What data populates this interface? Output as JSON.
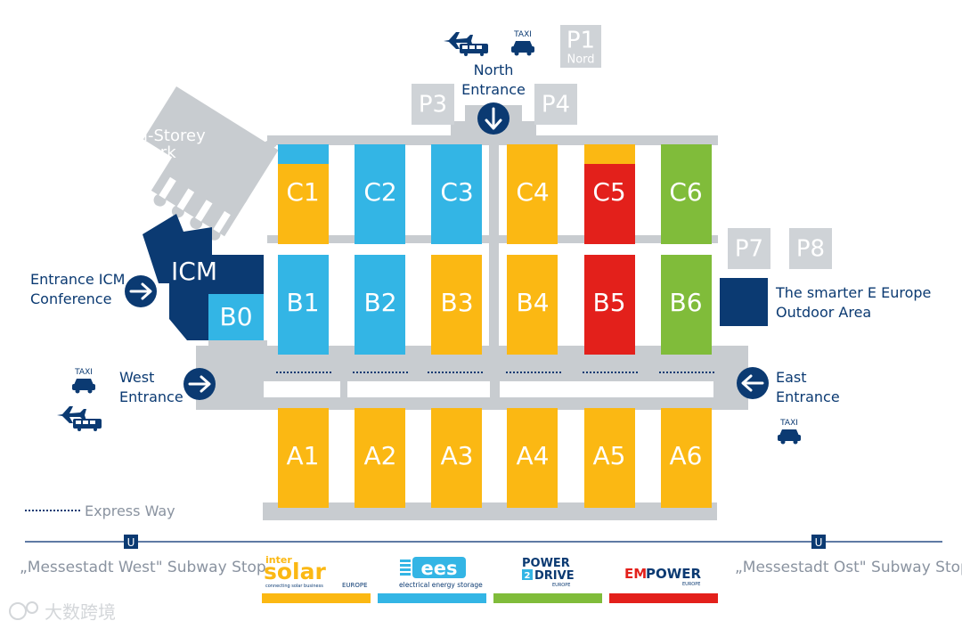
{
  "colors": {
    "navy": "#0b3a72",
    "grey": "#cfd3d7",
    "path_grey": "#c8ccd0",
    "cyan": "#33b5e5",
    "yellow": "#fbb813",
    "red": "#e3201b",
    "green": "#80bc3a"
  },
  "halls": {
    "A1": "A1",
    "A2": "A2",
    "A3": "A3",
    "A4": "A4",
    "A5": "A5",
    "A6": "A6",
    "B0": "B0",
    "B1": "B1",
    "B2": "B2",
    "B3": "B3",
    "B4": "B4",
    "B5": "B5",
    "B6": "B6",
    "C1": "C1",
    "C2": "C2",
    "C3": "C3",
    "C4": "C4",
    "C5": "C5",
    "C6": "C6",
    "ICM": "ICM"
  },
  "parking": {
    "P1": "P1",
    "P1_sub": "Nord",
    "P3": "P3",
    "P4": "P4",
    "P7": "P7",
    "P8": "P8"
  },
  "car_park": {
    "line1": "Multi-Storey",
    "line2": "Car Park"
  },
  "entrances": {
    "north": {
      "line1": "North",
      "line2": "Entrance"
    },
    "west": {
      "line1": "West",
      "line2": "Entrance"
    },
    "east": {
      "line1": "East",
      "line2": "Entrance"
    },
    "icm": {
      "line1": "Entrance ICM",
      "line2": "Conference"
    }
  },
  "outdoor": {
    "line1": "The smarter E Europe",
    "line2": "Outdoor Area"
  },
  "taxi_label": "TAXI",
  "legend": {
    "express_way": "Express Way",
    "subway_west": "„Messestadt West\" Subway Stop",
    "subway_east": "„Messestadt Ost\" Subway Stop",
    "subway_marker": "U"
  },
  "logos": {
    "intersolar": {
      "top": "inter",
      "main": "solar",
      "sub": "connecting solar business",
      "region": "EUROPE"
    },
    "ees": {
      "main": "ees",
      "sub": "electrical energy storage"
    },
    "power2drive": {
      "line1": "POWER",
      "line2": "DRIVE",
      "num": "2",
      "region": "EUROPE"
    },
    "empower": {
      "em": "EM",
      "power": "POWER",
      "region": "EUROPE"
    }
  },
  "watermark": "大数跨境"
}
